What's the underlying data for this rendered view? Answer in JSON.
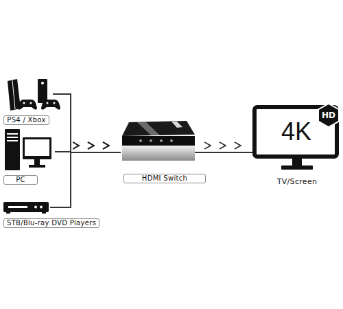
{
  "diagram": {
    "nodes": [
      {
        "text": [
          "PS4 / Xbox"
        ]
      },
      {
        "text": [
          "PC"
        ]
      },
      {
        "text": [
          "STB/Blu-ray DVD Players"
        ]
      },
      {
        "text": [
          "HDMI Switch"
        ]
      },
      {
        "text": [
          "4K",
          "TV/Screen"
        ]
      },
      {
        "text": [
          "HD"
        ],
        "in": 4
      }
    ],
    "edges": [
      {
        "from": 0,
        "to": 3,
        "arrow": "to"
      },
      {
        "from": 1,
        "to": 3,
        "arrow": "to"
      },
      {
        "from": 2,
        "to": 3,
        "arrow": "to"
      },
      {
        "from": 3,
        "to": 4,
        "arrow": "to"
      }
    ]
  }
}
